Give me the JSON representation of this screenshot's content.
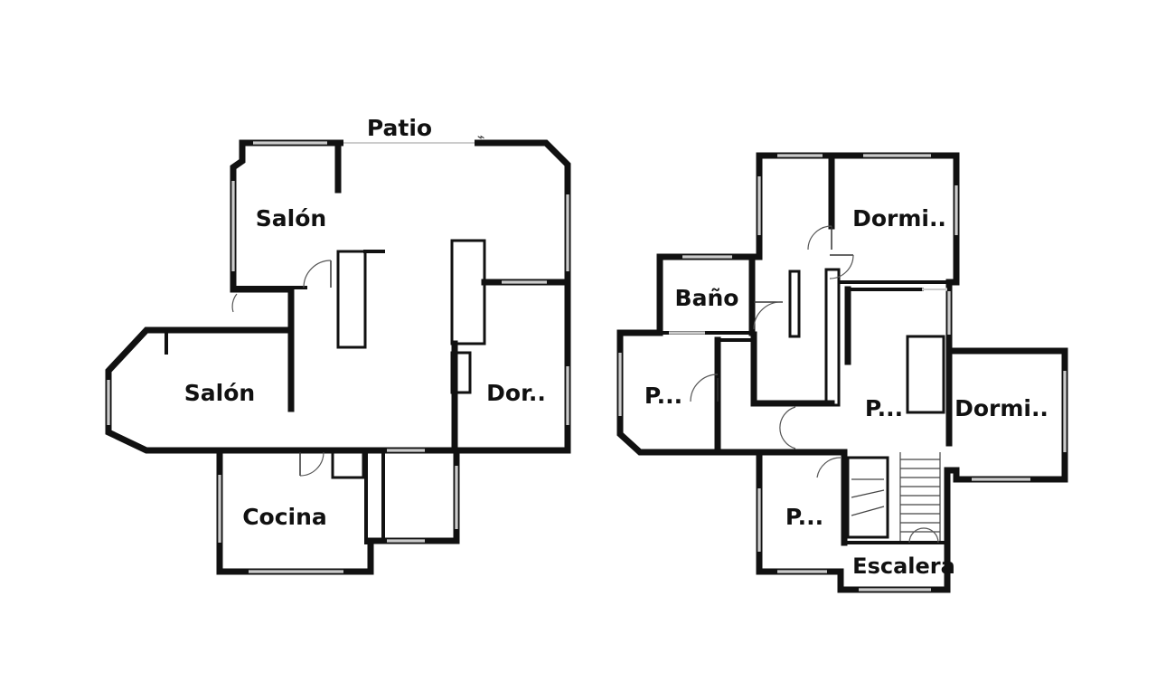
{
  "ground_floor": {
    "patio_label": "Patio",
    "rooms": {
      "salon_top": "Salón",
      "salon_left": "Salón",
      "dormitorio": "Dor..",
      "cocina": "Cocina"
    }
  },
  "upper_floor": {
    "rooms": {
      "dormitorio_top": "Dormi..",
      "bano": "Baño",
      "pasillo_left": "P...",
      "pasillo_center": "P...",
      "dormitorio_right": "Dormi..",
      "pasillo_bottom": "P...",
      "escalera": "Escalera"
    }
  }
}
